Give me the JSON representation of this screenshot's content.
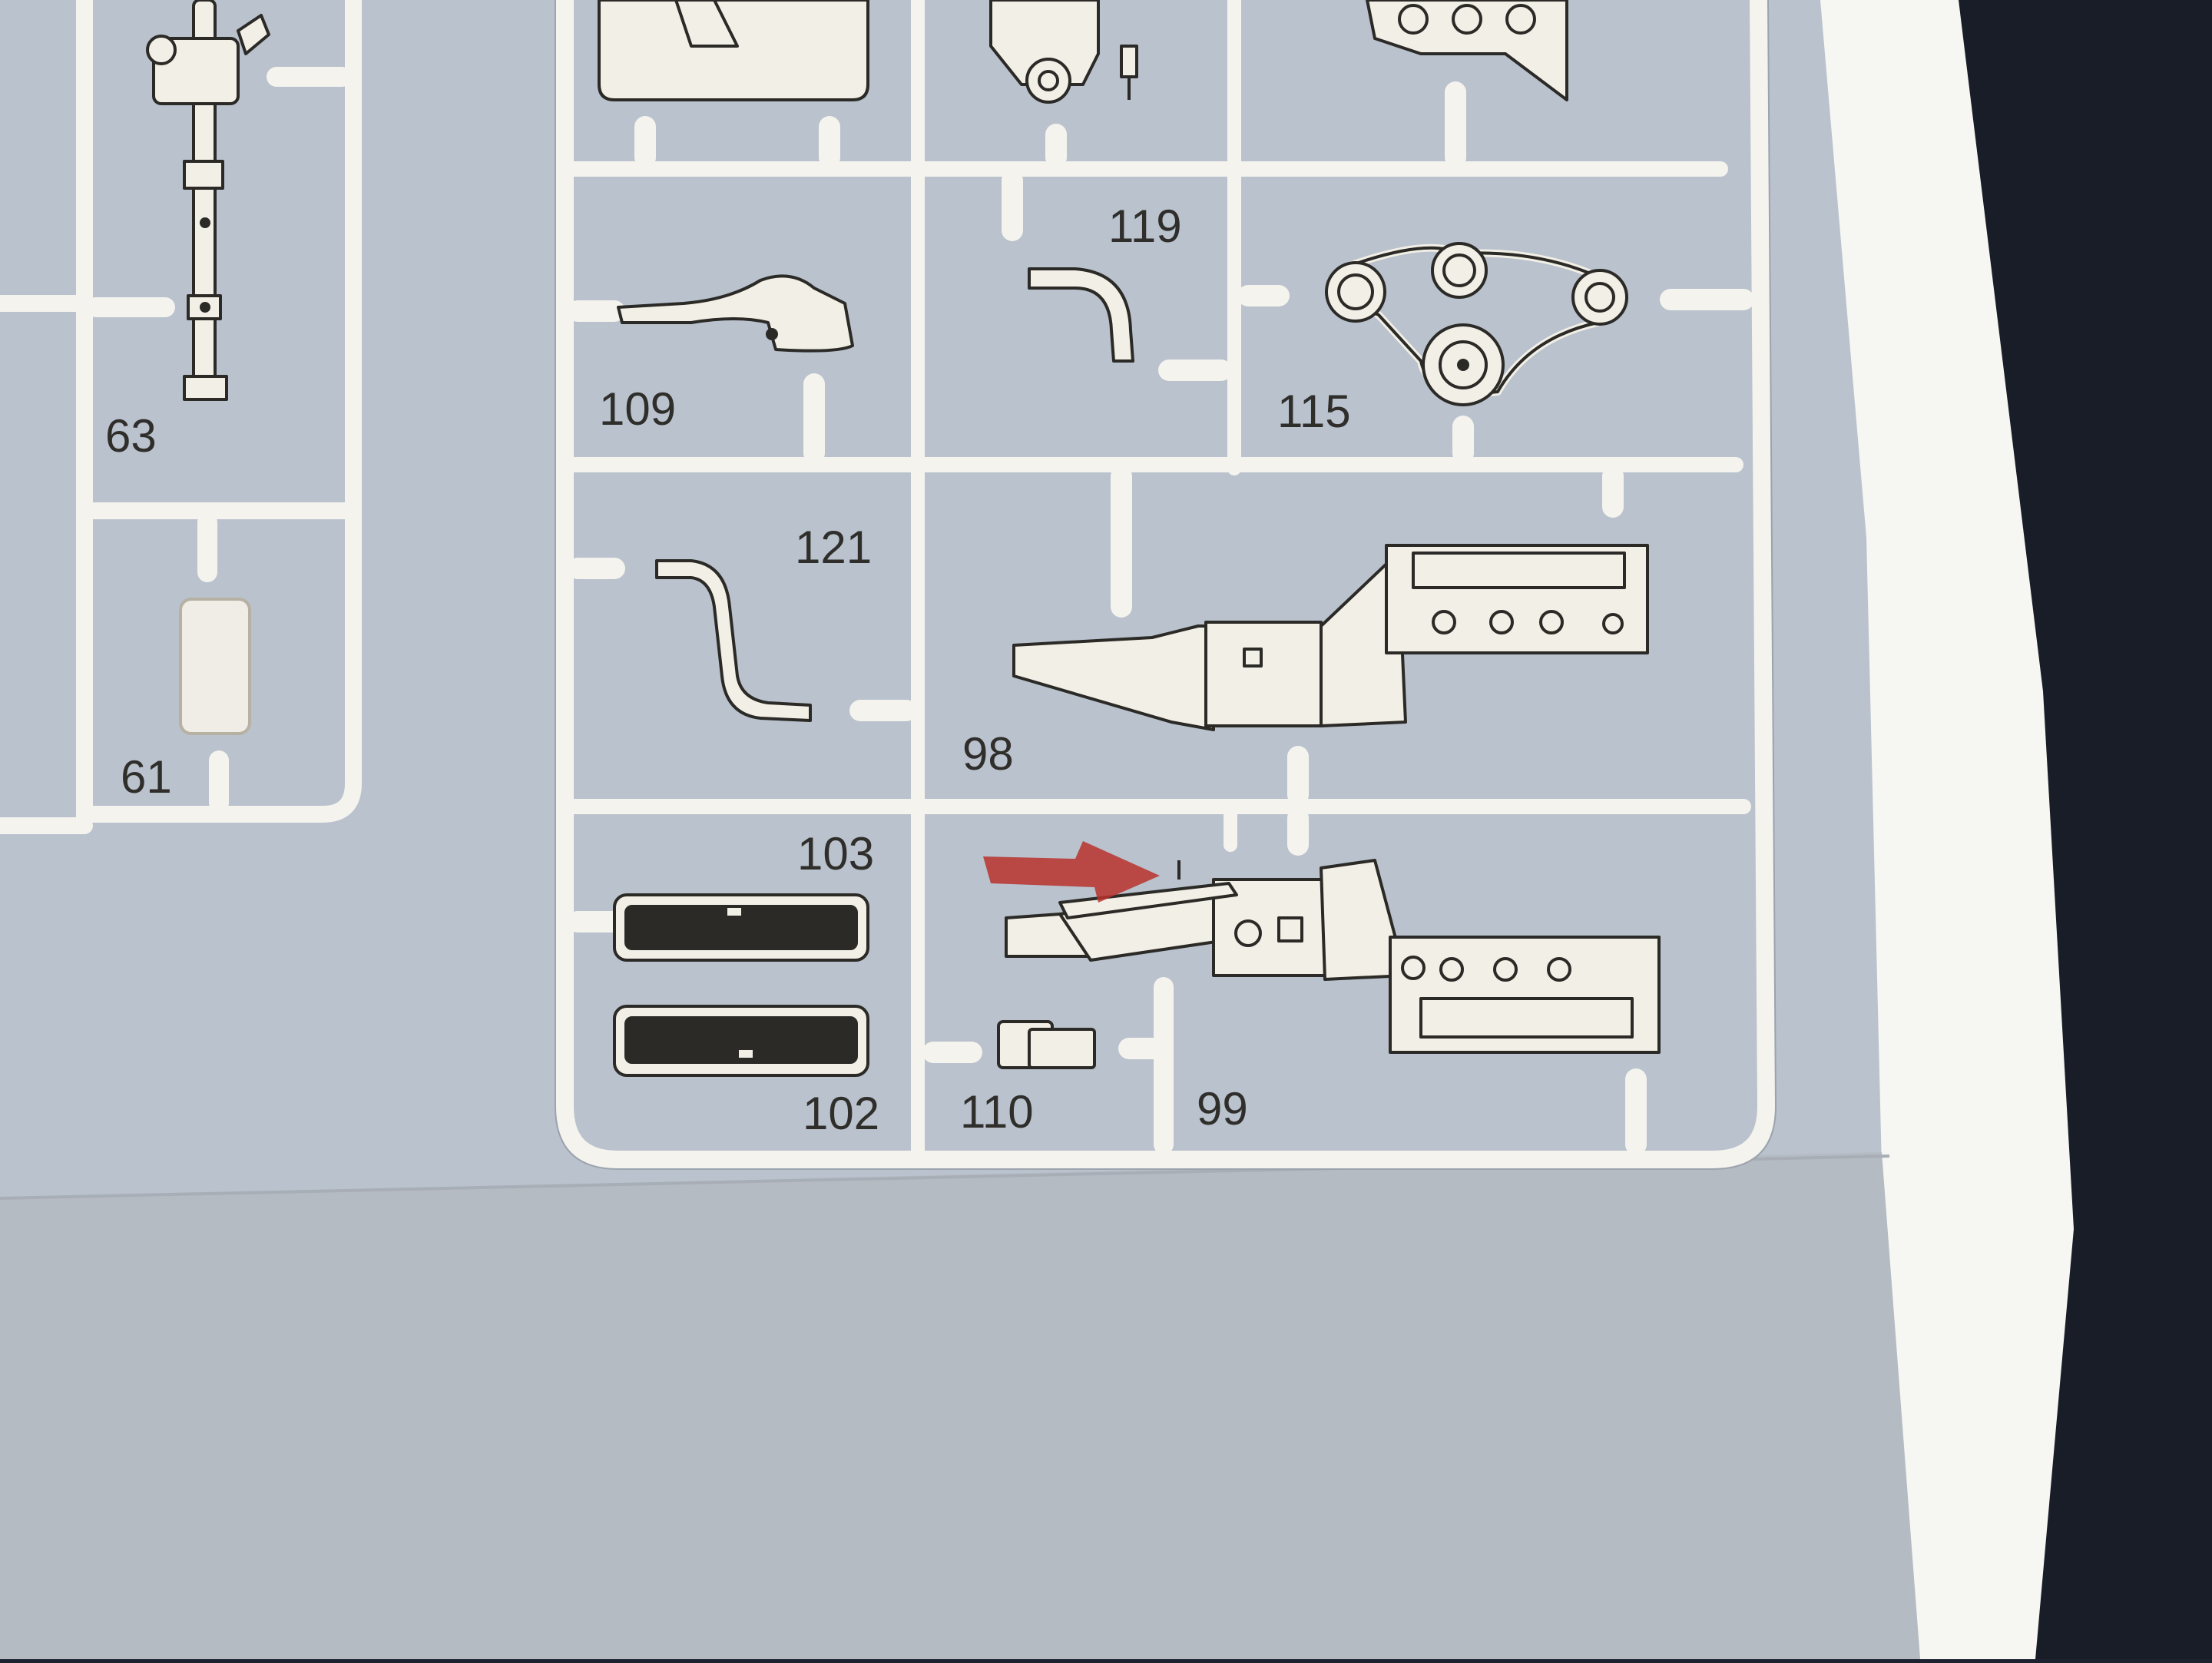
{
  "colors": {
    "paper": "#b9c2cd",
    "paper_lower": "#b3b8bf",
    "sprue": "#f5f3ee",
    "outline": "#2b2a26",
    "part_fill": "#f2efe6",
    "marker": "#b8312c",
    "table": "#181d27",
    "margin": "#f7f7f4"
  },
  "parts": {
    "p63": "63",
    "p61": "61",
    "p109": "109",
    "p119": "119",
    "p115": "115",
    "p121": "121",
    "p98": "98",
    "p103": "103",
    "p102": "102",
    "p110": "110",
    "p99": "99"
  },
  "annotation": {
    "marker_icon": "red-arrow-icon",
    "points_to": "99"
  }
}
